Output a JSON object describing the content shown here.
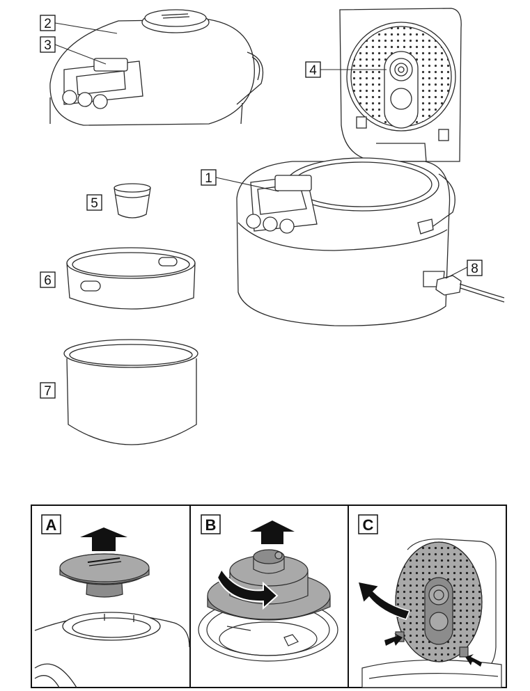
{
  "callouts": {
    "c1": "1",
    "c2": "2",
    "c3": "3",
    "c4": "4",
    "c5": "5",
    "c6": "6",
    "c7": "7",
    "c8": "8"
  },
  "panels": {
    "a": "A",
    "b": "B",
    "c": "C"
  },
  "colors": {
    "line": "#2a2a2a",
    "part_fill": "#a9a9a9",
    "part_dark": "#8c8c8c",
    "arrow": "#111111"
  }
}
